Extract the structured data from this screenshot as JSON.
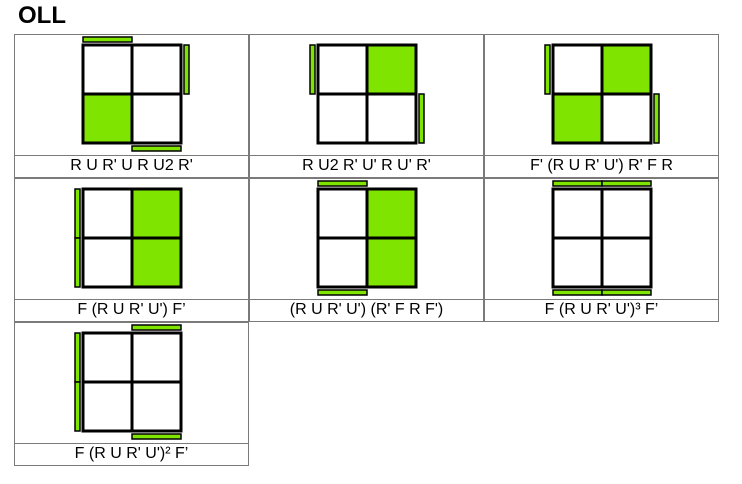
{
  "title": "OLL",
  "colors": {
    "sticker": "#7fe500",
    "outline": "#000000",
    "border": "#7a7a7a"
  },
  "cases": [
    {
      "alg": "R U R' U R U2 R'",
      "top": [
        false,
        false,
        true,
        false
      ],
      "side": {
        "top": [
          true,
          false
        ],
        "right": [
          true,
          false
        ],
        "bottom": [
          false,
          true
        ],
        "left": [
          false,
          false
        ]
      }
    },
    {
      "alg": "R U2 R' U' R U' R'",
      "top": [
        false,
        true,
        false,
        false
      ],
      "side": {
        "top": [
          false,
          false
        ],
        "right": [
          false,
          true
        ],
        "bottom": [
          false,
          false
        ],
        "left": [
          true,
          false
        ]
      }
    },
    {
      "alg": "F' (R U R' U') R' F R",
      "top": [
        false,
        true,
        true,
        false
      ],
      "side": {
        "top": [
          false,
          false
        ],
        "right": [
          false,
          true
        ],
        "bottom": [
          false,
          false
        ],
        "left": [
          true,
          false
        ]
      }
    },
    {
      "alg": "F (R U R' U') F’",
      "top": [
        false,
        true,
        false,
        true
      ],
      "side": {
        "top": [
          false,
          false
        ],
        "right": [
          false,
          false
        ],
        "bottom": [
          false,
          false
        ],
        "left": [
          true,
          true
        ]
      }
    },
    {
      "alg": "(R U R' U') (R' F R F')",
      "top": [
        false,
        true,
        false,
        true
      ],
      "side": {
        "top": [
          true,
          false
        ],
        "right": [
          false,
          false
        ],
        "bottom": [
          true,
          false
        ],
        "left": [
          false,
          false
        ]
      }
    },
    {
      "alg": "F (R U R' U')³ F’",
      "top": [
        false,
        false,
        false,
        false
      ],
      "side": {
        "top": [
          true,
          true
        ],
        "right": [
          false,
          false
        ],
        "bottom": [
          true,
          true
        ],
        "left": [
          false,
          false
        ]
      }
    },
    {
      "alg": "F (R U R' U')² F’",
      "top": [
        false,
        false,
        false,
        false
      ],
      "side": {
        "top": [
          false,
          true
        ],
        "right": [
          false,
          false
        ],
        "bottom": [
          false,
          true
        ],
        "left": [
          true,
          true
        ]
      }
    }
  ]
}
